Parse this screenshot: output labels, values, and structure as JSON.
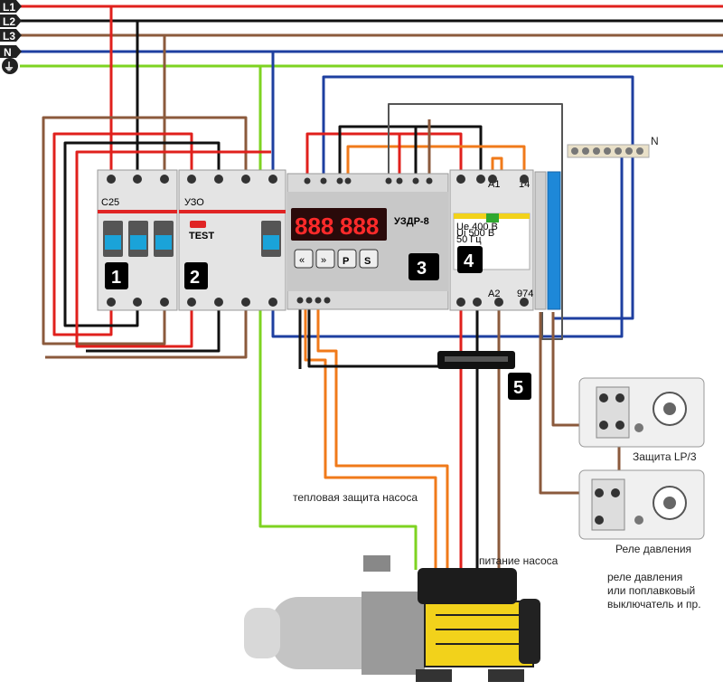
{
  "buses": [
    {
      "label": "L1",
      "color": "#e0201c"
    },
    {
      "label": "L2",
      "color": "#111111"
    },
    {
      "label": "L3",
      "color": "#8b5a3c"
    },
    {
      "label": "N",
      "color": "#1e3fa0"
    },
    {
      "label": "⏚",
      "color": "#7ed321"
    }
  ],
  "devices": {
    "breaker": {
      "number": "1",
      "label": "C25"
    },
    "rcd": {
      "number": "2",
      "label": "УЗО",
      "test_label": "TEST"
    },
    "controller": {
      "number": "3",
      "label": "УЗДР-8",
      "display_left": "888",
      "display_right": "888",
      "buttons": [
        "«",
        "»",
        "P",
        "S"
      ]
    },
    "contactor": {
      "number": "4",
      "spec_1": "Ue 400 B",
      "spec_2": "Ui 500 B",
      "spec_3": "50 Гц",
      "term_a1": "A1",
      "term_a2": "A2",
      "term_14": "14",
      "term_974": "974"
    },
    "junction": {
      "number": "5"
    },
    "neutral_bar": {
      "label": "N"
    }
  },
  "labels": {
    "thermal": "тепловая защита насоса",
    "pump_power": "питание насоса",
    "protection": "Защита LP/3",
    "pressure_relay": "Реле давления",
    "note_1": "реле давления",
    "note_2": "или поплавковый",
    "note_3": "выключатель и пр."
  },
  "colors": {
    "red": "#e0201c",
    "black": "#111111",
    "brown": "#8b5a3c",
    "blue": "#1e3fa0",
    "green": "#7ed321",
    "orange": "#f07a1a",
    "pump_yellow": "#f2d21b",
    "module_grey": "#e4e4e4",
    "display_red": "#ff2a2a"
  }
}
